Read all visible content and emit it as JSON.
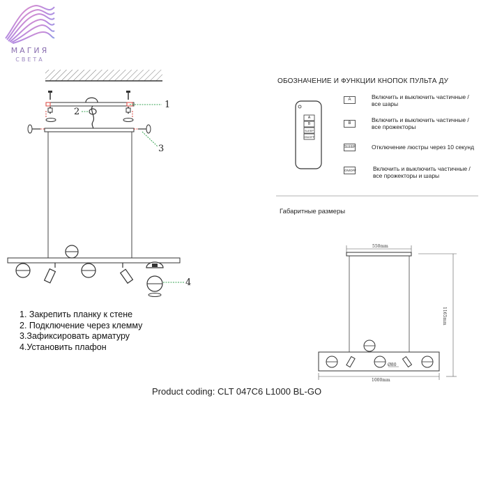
{
  "logo": {
    "title": "МАГИЯ",
    "subtitle": "СВЕТА"
  },
  "remote": {
    "title": "ОБОЗНАЧЕНИЕ И ФУНКЦИИ КНОПОК ПУЛЬТА ДУ",
    "device_keys": [
      "A",
      "B",
      "SLEEP",
      "ON/OFF"
    ],
    "buttons": [
      {
        "key": "A",
        "desc_line1": "Включить и выключить частичные /",
        "desc_line2": "все шары"
      },
      {
        "key": "B",
        "desc_line1": "Включить и выключить частичные /",
        "desc_line2": "все прожекторы"
      },
      {
        "key": "SLEEP",
        "desc_line1": "Отключение люстры через 10 секунд",
        "desc_line2": ""
      },
      {
        "key": "ON/OFF",
        "desc_line1": "Включить и выключить частичные /",
        "desc_line2": "все прожекторы и шары"
      }
    ]
  },
  "dimensions": {
    "title": "Габаритные размеры",
    "top_width": "550mm",
    "height": "1165mm",
    "bottom_width": "1000mm",
    "diameter": "Ø80"
  },
  "callouts": [
    "1",
    "2",
    "3",
    "4"
  ],
  "steps": [
    "1. Закрепить планку к стене",
    "2. Подключение через клемму",
    "3.Зафиксировать арматуру",
    "4.Установить плафон"
  ],
  "product_coding": "Product coding: CLT 047C6 L1000 BL-GO",
  "colors": {
    "callout_green": "#3aa655",
    "marker_red": "#d9403a",
    "line": "#333333",
    "logo_violet": "#8a6fb0"
  }
}
